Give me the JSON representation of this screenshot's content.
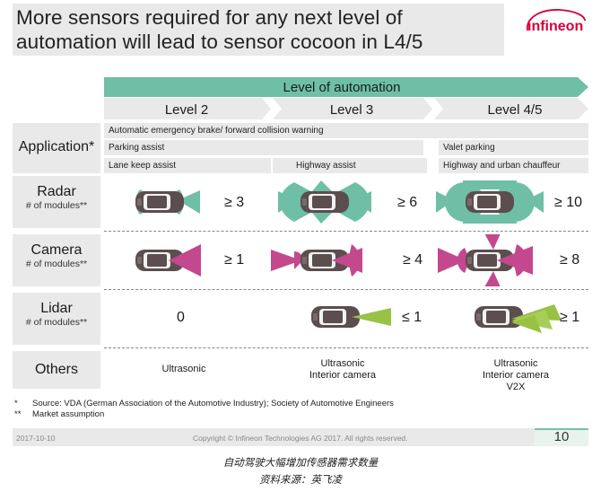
{
  "title": "More sensors required for any next level of automation will lead to sensor cocoon in L4/5",
  "logo_text": "infineon",
  "header": {
    "ribbon": "Level of automation",
    "levels": [
      "Level 2",
      "Level 3",
      "Level 4/5"
    ]
  },
  "rows": {
    "application": {
      "label": "Application*",
      "items": [
        "Automatic emergency brake/ forward collision warning",
        "Parking assist",
        "Valet parking",
        "Lane keep assist",
        "Highway assist",
        "Highway and urban chauffeur"
      ]
    },
    "radar": {
      "label": "Radar",
      "sublabel": "# of modules**",
      "counts": [
        "≥ 3",
        "≥ 6",
        "≥ 10"
      ]
    },
    "camera": {
      "label": "Camera",
      "sublabel": "# of modules**",
      "counts": [
        "≥ 1",
        "≥ 4",
        "≥ 8"
      ]
    },
    "lidar": {
      "label": "Lidar",
      "sublabel": "# of modules**",
      "counts": [
        "0",
        "≤ 1",
        "≥ 1"
      ]
    },
    "others": {
      "label": "Others",
      "level2": "Ultrasonic",
      "level3": [
        "Ultrasonic",
        "Interior camera"
      ],
      "level45": [
        "Ultrasonic",
        "Interior camera",
        "V2X"
      ]
    }
  },
  "footnotes": {
    "star_mark": "*",
    "star": "Source: VDA (German Association of the Automotive Industry); Society of Automotive Engineers",
    "dstar_mark": "**",
    "dstar": "Market assumption"
  },
  "footer": {
    "date": "2017-10-10",
    "copyright": "Copyright © Infineon Technologies AG 2017. All rights reserved.",
    "page": "10"
  },
  "caption": {
    "line1": "自动驾驶大幅增加传感器需求数量",
    "line2": "资料来源：英飞凌"
  },
  "colors": {
    "radar": "#6fbfa7",
    "camera": "#c4488e",
    "lidar": "#98c246",
    "ribbon": "#6fbfa7",
    "brand": "#d6003a"
  }
}
